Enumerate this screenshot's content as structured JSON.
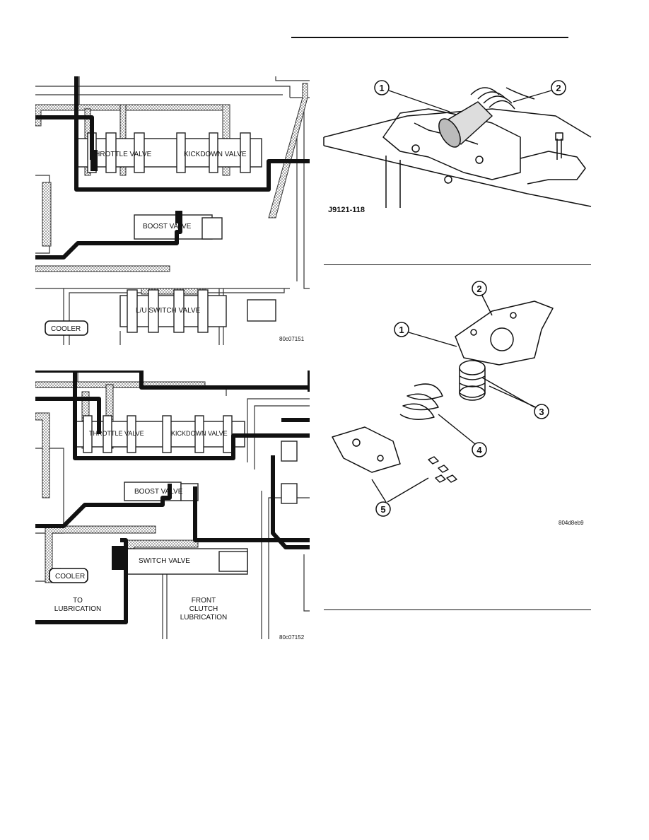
{
  "figure_top": {
    "code": "80c07151",
    "labels": {
      "throttle_valve": "THROTTLE VALVE",
      "kickdown_valve": "KICKDOWN VALVE",
      "boost_valve": "BOOST VALVE",
      "lu_switch_valve": "L/U SWITCH VALVE",
      "cooler": "COOLER"
    }
  },
  "figure_bottom": {
    "code": "80c07152",
    "labels": {
      "throttle_valve": "THROTTLE VALVE",
      "kickdown_valve": "KICKDOWN VALVE",
      "boost_valve": "BOOST VALVE",
      "switch_valve": "SWITCH VALVE",
      "cooler": "COOLER",
      "to_lubrication_line1": "TO",
      "to_lubrication_line2": "LUBRICATION",
      "front_clutch_line1": "FRONT",
      "front_clutch_line2": "CLUTCH",
      "front_clutch_line3": "LUBRICATION"
    }
  },
  "figure_right_top": {
    "code": "J9121-118",
    "callouts": [
      "1",
      "2"
    ]
  },
  "figure_right_bottom": {
    "code": "804d8eb9",
    "callouts": [
      "1",
      "2",
      "3",
      "4",
      "5"
    ]
  }
}
